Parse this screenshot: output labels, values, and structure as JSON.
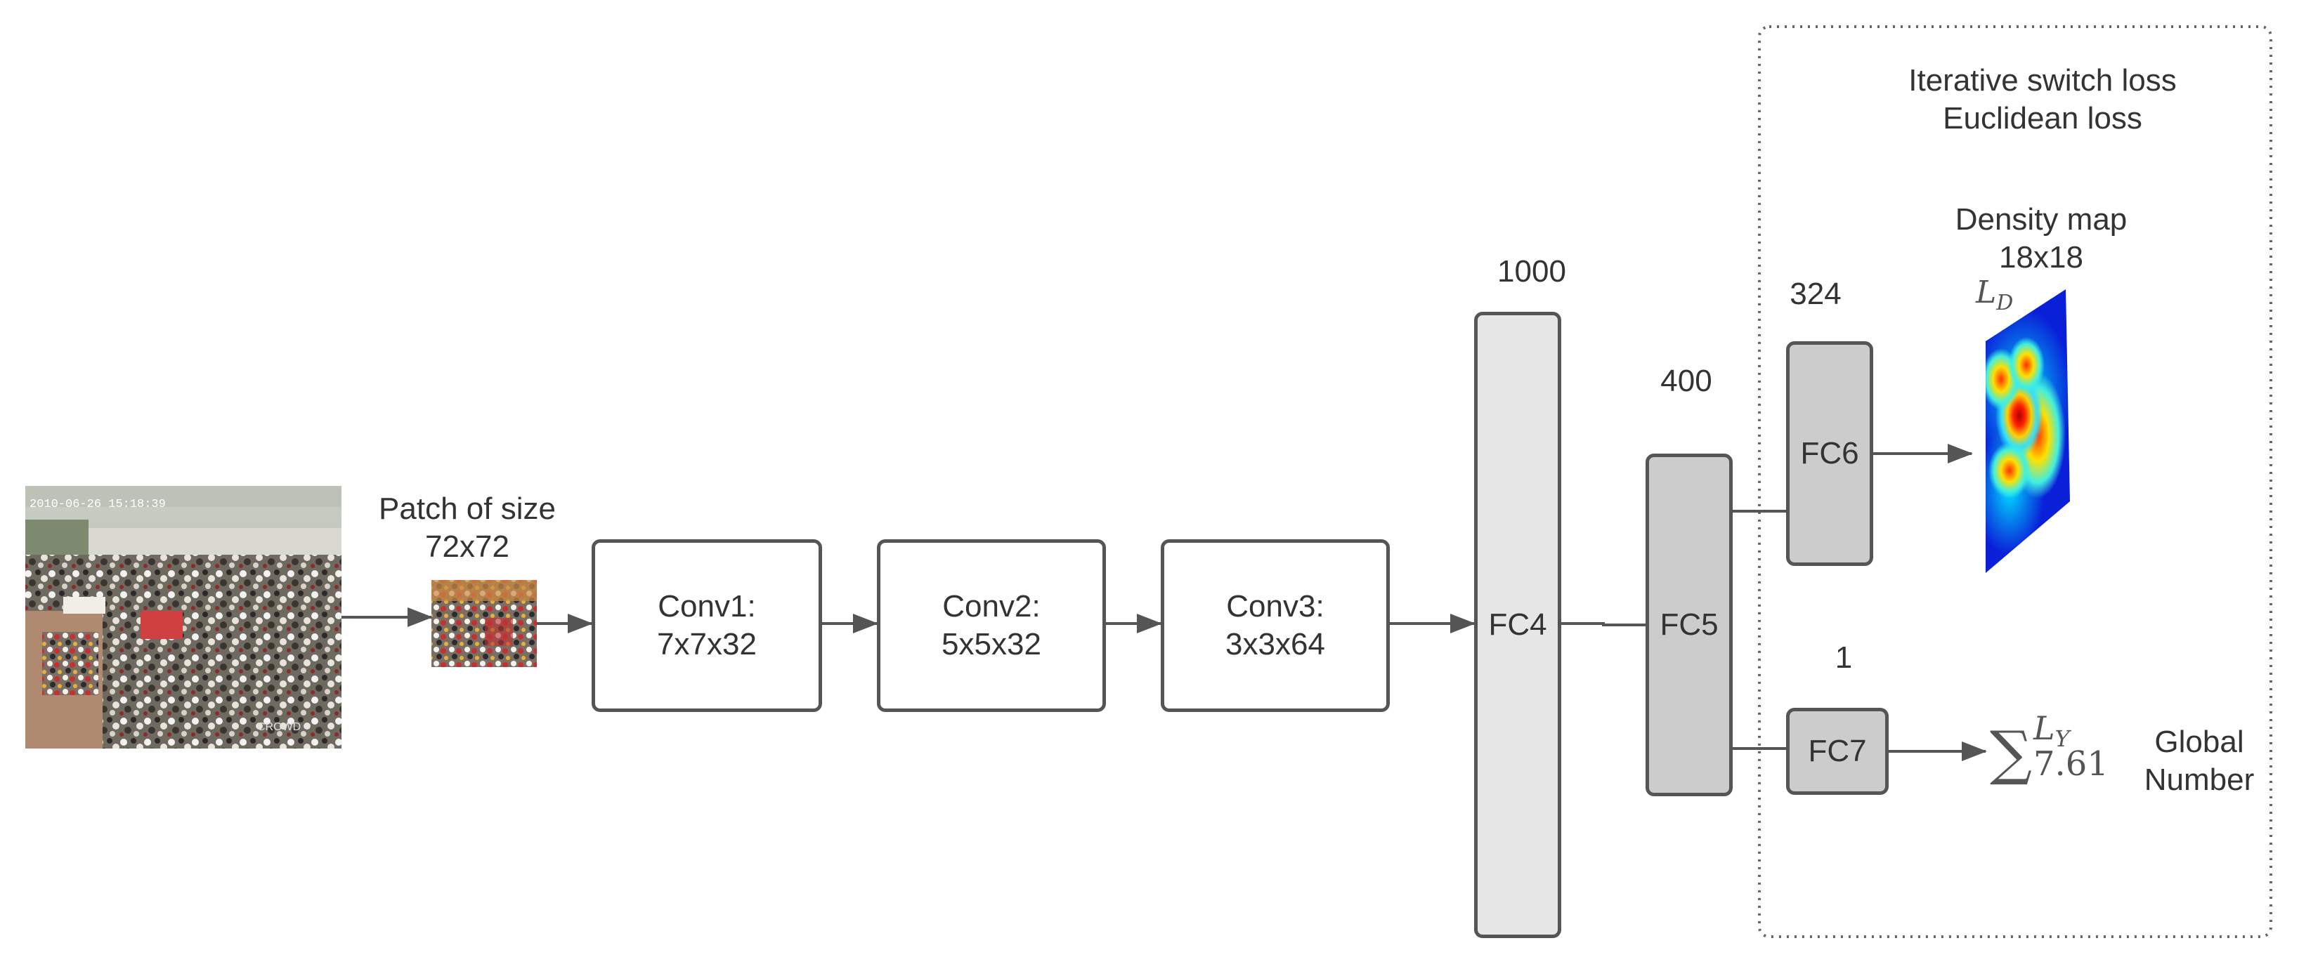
{
  "boxes": {
    "conv1": {
      "line1": "Conv1:",
      "line2": "7x7x32"
    },
    "conv2": {
      "line1": "Conv2:",
      "line2": "5x5x32"
    },
    "conv3": {
      "line1": "Conv3:",
      "line2": "3x3x64"
    },
    "fc4": {
      "label": "FC4",
      "size": "1000"
    },
    "fc5": {
      "label": "FC5",
      "size": "400"
    },
    "fc6": {
      "label": "FC6",
      "size": "324"
    },
    "fc7": {
      "label": "FC7",
      "size": "1"
    }
  },
  "patch": {
    "line1": "Patch of size",
    "line2": "72x72"
  },
  "loss": {
    "line1": "Iterative switch loss",
    "line2": "Euclidean loss"
  },
  "density": {
    "line1": "Density map",
    "line2": "18x18",
    "loss_symbol": "L",
    "loss_subscript": "D"
  },
  "count": {
    "sum_symbol": "∑",
    "loss_symbol": "L",
    "loss_subscript": "Y",
    "value": "7.61"
  },
  "global": {
    "line1": "Global",
    "line2": "Number"
  },
  "photo": {
    "timestamp": "2010-06-26 15:18:39",
    "watermark": "CROWD"
  },
  "colors": {
    "stroke": "#555555",
    "fc4_fill": "#e6e6e6",
    "fc_dark_fill": "#cccccc",
    "text": "#333333"
  }
}
